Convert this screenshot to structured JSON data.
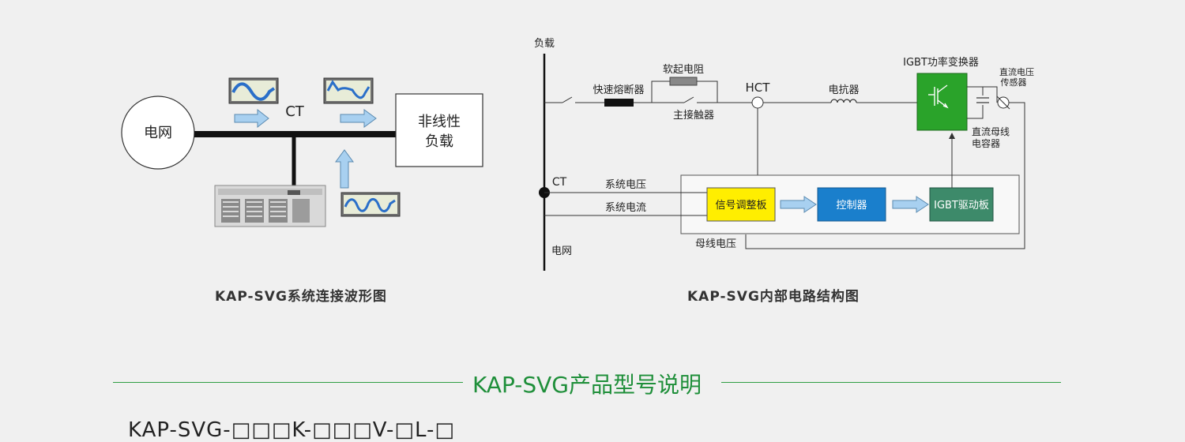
{
  "left_diagram": {
    "grid_label": "电网",
    "ct_label": "CT",
    "load_label_line1": "非线性",
    "load_label_line2": "负载",
    "caption": "KAP-SVG系统连接波形图"
  },
  "right_diagram": {
    "load_label": "负载",
    "fast_fuse": "快速熔断器",
    "soft_start_resistor": "软起电阻",
    "main_contactor": "主接触器",
    "hct": "HCT",
    "reactor": "电抗器",
    "igbt_converter": "IGBT功率变换器",
    "dc_voltage_sensor_line1": "直流电压",
    "dc_voltage_sensor_line2": "传感器",
    "dc_bus_capacitor_line1": "直流母线",
    "dc_bus_capacitor_line2": "电容器",
    "ct_label": "CT",
    "system_voltage": "系统电压",
    "system_current": "系统电流",
    "signal_board": "信号调整板",
    "controller": "控制器",
    "igbt_driver": "IGBT驱动板",
    "grid_label": "电网",
    "bus_voltage": "母线电压",
    "caption": "KAP-SVG内部电路结构图"
  },
  "section": {
    "title": "KAP-SVG产品型号说明"
  },
  "model_code": "KAP-SVG-□□□K-□□□V-□L-□",
  "colors": {
    "accent_green": "#1f8f3a",
    "signal_board": "#ffee00",
    "controller": "#1a7fcc",
    "igbt_driver": "#3d8a6a",
    "igbt_module": "#2aa32a",
    "arrow_fill": "#a8d0f0"
  }
}
